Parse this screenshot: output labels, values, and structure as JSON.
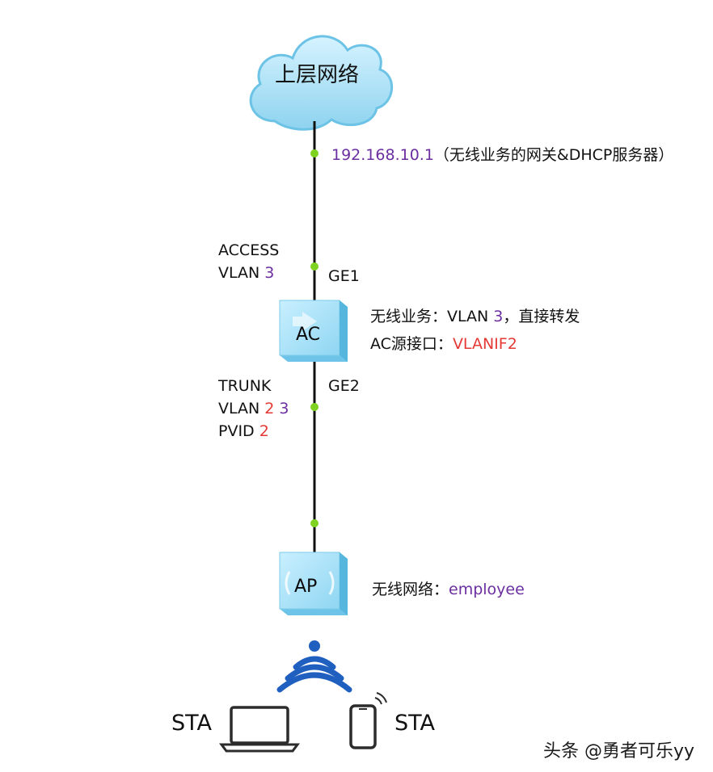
{
  "cloud": {
    "label": "上层网络"
  },
  "uplink": {
    "ip": "192.168.10.1",
    "desc": "（无线业务的网关&DHCP服务器）"
  },
  "ge1": {
    "port": "GE1",
    "mode": "ACCESS",
    "vlan_prefix": "VLAN ",
    "vlan_value": "3"
  },
  "ac": {
    "label": "AC",
    "service_prefix": "无线业务：VLAN ",
    "service_vlan": "3",
    "service_suffix": "，直接转发",
    "src_prefix": "AC源接口：",
    "src_value": "VLANIF2"
  },
  "ge2": {
    "port": "GE2",
    "mode": "TRUNK",
    "vlan_prefix": "VLAN ",
    "vlan_red": "2",
    "vlan_purple": "3",
    "pvid_prefix": "PVID ",
    "pvid_value": "2"
  },
  "ap": {
    "label": "AP",
    "ssid_prefix": "无线网络：",
    "ssid_value": "employee"
  },
  "stations": {
    "laptop_label": "STA",
    "phone_label": "STA"
  },
  "watermark": "头条 @勇者可乐yy",
  "colors": {
    "line": "#111111",
    "dot": "#7ed321",
    "purple": "#6b2fa0",
    "red": "#e53935",
    "device_blue": "#8fd6f2",
    "wifi": "#1f5fbf"
  }
}
